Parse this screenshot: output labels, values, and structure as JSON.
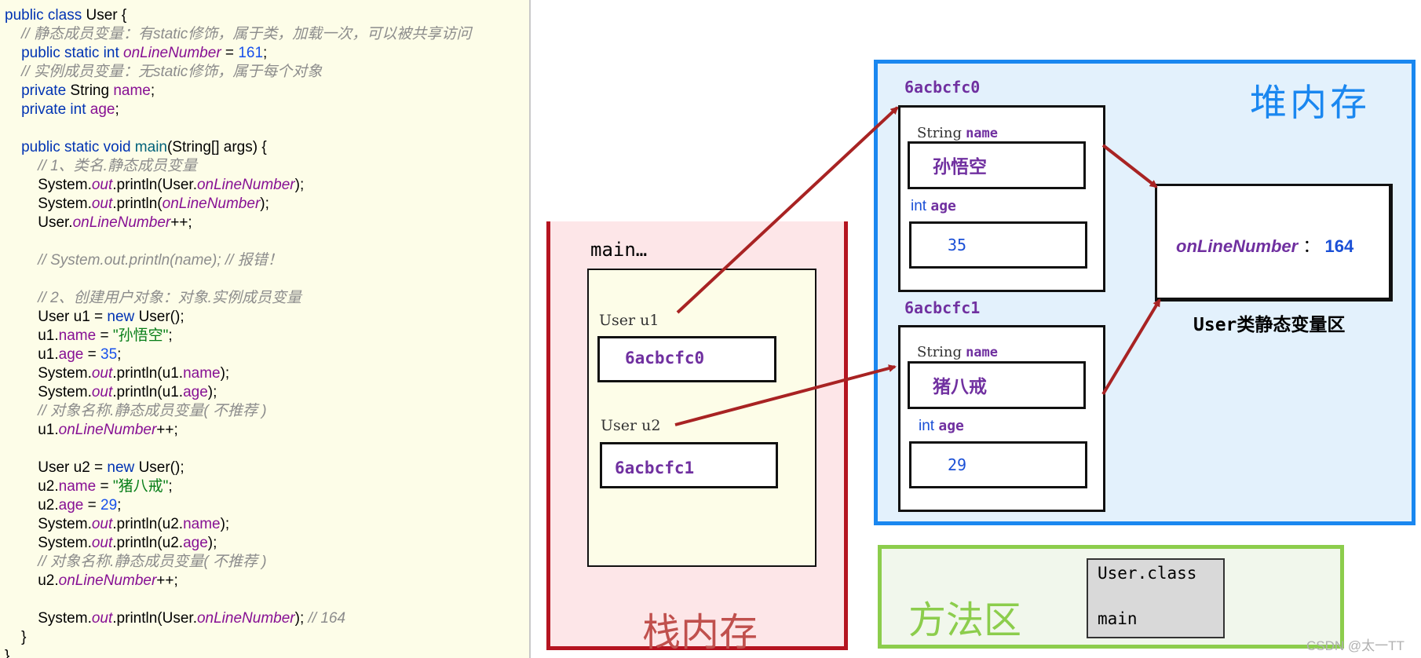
{
  "code_panel": {
    "lines": [
      [
        {
          "t": "public class ",
          "c": "kw"
        },
        {
          "t": "User {",
          "c": "plain"
        }
      ],
      [
        {
          "t": "    // 静态成员变量：有static修饰，属于类，加载一次，可以被共享访问",
          "c": "comment"
        }
      ],
      [
        {
          "t": "    public static int ",
          "c": "kw"
        },
        {
          "t": "onLineNumber",
          "c": "static"
        },
        {
          "t": " = ",
          "c": "plain"
        },
        {
          "t": "161",
          "c": "num"
        },
        {
          "t": ";",
          "c": "plain"
        }
      ],
      [
        {
          "t": "    // 实例成员变量：无static修饰，属于每个对象",
          "c": "comment"
        }
      ],
      [
        {
          "t": "    private ",
          "c": "kw"
        },
        {
          "t": "String ",
          "c": "plain"
        },
        {
          "t": "name",
          "c": "field"
        },
        {
          "t": ";",
          "c": "plain"
        }
      ],
      [
        {
          "t": "    private int ",
          "c": "kw"
        },
        {
          "t": "age",
          "c": "field"
        },
        {
          "t": ";",
          "c": "plain"
        }
      ],
      [],
      [
        {
          "t": "    public static void ",
          "c": "kw"
        },
        {
          "t": "main",
          "c": "method"
        },
        {
          "t": "(String[] args) {",
          "c": "plain"
        }
      ],
      [
        {
          "t": "        // 1、类名.静态成员变量",
          "c": "comment"
        }
      ],
      [
        {
          "t": "        System.",
          "c": "plain"
        },
        {
          "t": "out",
          "c": "out"
        },
        {
          "t": ".println(User.",
          "c": "plain"
        },
        {
          "t": "onLineNumber",
          "c": "static"
        },
        {
          "t": ");",
          "c": "plain"
        }
      ],
      [
        {
          "t": "        System.",
          "c": "plain"
        },
        {
          "t": "out",
          "c": "out"
        },
        {
          "t": ".println(",
          "c": "plain"
        },
        {
          "t": "onLineNumber",
          "c": "static"
        },
        {
          "t": ");",
          "c": "plain"
        }
      ],
      [
        {
          "t": "        User.",
          "c": "plain"
        },
        {
          "t": "onLineNumber",
          "c": "static"
        },
        {
          "t": "++;",
          "c": "plain"
        }
      ],
      [],
      [
        {
          "t": "        // System.out.println(name); // 报错！",
          "c": "comment"
        }
      ],
      [],
      [
        {
          "t": "        // 2、创建用户对象：对象.实例成员变量",
          "c": "comment"
        }
      ],
      [
        {
          "t": "        User u1 = ",
          "c": "plain"
        },
        {
          "t": "new ",
          "c": "kw"
        },
        {
          "t": "User();",
          "c": "plain"
        }
      ],
      [
        {
          "t": "        u1.",
          "c": "plain"
        },
        {
          "t": "name",
          "c": "field"
        },
        {
          "t": " = ",
          "c": "plain"
        },
        {
          "t": "\"孙悟空\"",
          "c": "str"
        },
        {
          "t": ";",
          "c": "plain"
        }
      ],
      [
        {
          "t": "        u1.",
          "c": "plain"
        },
        {
          "t": "age",
          "c": "field"
        },
        {
          "t": " = ",
          "c": "plain"
        },
        {
          "t": "35",
          "c": "num"
        },
        {
          "t": ";",
          "c": "plain"
        }
      ],
      [
        {
          "t": "        System.",
          "c": "plain"
        },
        {
          "t": "out",
          "c": "out"
        },
        {
          "t": ".println(u1.",
          "c": "plain"
        },
        {
          "t": "name",
          "c": "field"
        },
        {
          "t": ");",
          "c": "plain"
        }
      ],
      [
        {
          "t": "        System.",
          "c": "plain"
        },
        {
          "t": "out",
          "c": "out"
        },
        {
          "t": ".println(u1.",
          "c": "plain"
        },
        {
          "t": "age",
          "c": "field"
        },
        {
          "t": ");",
          "c": "plain"
        }
      ],
      [
        {
          "t": "        // 对象名称.静态成员变量( 不推荐 )",
          "c": "comment"
        }
      ],
      [
        {
          "t": "        u1.",
          "c": "plain"
        },
        {
          "t": "onLineNumber",
          "c": "static"
        },
        {
          "t": "++;",
          "c": "plain"
        }
      ],
      [],
      [
        {
          "t": "        User u2 = ",
          "c": "plain"
        },
        {
          "t": "new ",
          "c": "kw"
        },
        {
          "t": "User();",
          "c": "plain"
        }
      ],
      [
        {
          "t": "        u2.",
          "c": "plain"
        },
        {
          "t": "name",
          "c": "field"
        },
        {
          "t": " = ",
          "c": "plain"
        },
        {
          "t": "\"猪八戒\"",
          "c": "str"
        },
        {
          "t": ";",
          "c": "plain"
        }
      ],
      [
        {
          "t": "        u2.",
          "c": "plain"
        },
        {
          "t": "age",
          "c": "field"
        },
        {
          "t": " = ",
          "c": "plain"
        },
        {
          "t": "29",
          "c": "num"
        },
        {
          "t": ";",
          "c": "plain"
        }
      ],
      [
        {
          "t": "        System.",
          "c": "plain"
        },
        {
          "t": "out",
          "c": "out"
        },
        {
          "t": ".println(u2.",
          "c": "plain"
        },
        {
          "t": "name",
          "c": "field"
        },
        {
          "t": ");",
          "c": "plain"
        }
      ],
      [
        {
          "t": "        System.",
          "c": "plain"
        },
        {
          "t": "out",
          "c": "out"
        },
        {
          "t": ".println(u2.",
          "c": "plain"
        },
        {
          "t": "age",
          "c": "field"
        },
        {
          "t": ");",
          "c": "plain"
        }
      ],
      [
        {
          "t": "        // 对象名称.静态成员变量( 不推荐 )",
          "c": "comment"
        }
      ],
      [
        {
          "t": "        u2.",
          "c": "plain"
        },
        {
          "t": "onLineNumber",
          "c": "static"
        },
        {
          "t": "++;",
          "c": "plain"
        }
      ],
      [],
      [
        {
          "t": "        System.",
          "c": "plain"
        },
        {
          "t": "out",
          "c": "out"
        },
        {
          "t": ".println(User.",
          "c": "plain"
        },
        {
          "t": "onLineNumber",
          "c": "static"
        },
        {
          "t": "); ",
          "c": "plain"
        },
        {
          "t": "// 164",
          "c": "comment"
        }
      ],
      [
        {
          "t": "    }",
          "c": "plain"
        }
      ],
      [
        {
          "t": "}",
          "c": "plain"
        }
      ]
    ]
  },
  "stack": {
    "title": "栈内存",
    "frame_label": "main…",
    "var_u1_label": "User  u1",
    "var_u1_value": "6acbcfc0",
    "var_u2_label": "User u2",
    "var_u2_value": "6acbcfc1"
  },
  "heap": {
    "title": "堆内存",
    "objects": [
      {
        "address": "6acbcfc0",
        "name_type": "String",
        "name_label": "name",
        "name_value": "孙悟空",
        "age_type": "int",
        "age_label": "age",
        "age_value": "35"
      },
      {
        "address": "6acbcfc1",
        "name_type": "String",
        "name_label": "name",
        "name_value": "猪八戒",
        "age_type": "int",
        "age_label": "age",
        "age_value": "29"
      }
    ],
    "static_area": {
      "field": "onLineNumber",
      "separator": "：",
      "value": "164",
      "caption": "User类静态变量区"
    }
  },
  "method_area": {
    "title": "方法区",
    "class_name": "User.class",
    "method": "main"
  },
  "watermark": "CSDN @太一TT",
  "colors": {
    "arrow": "#a82323",
    "stack_border": "#b51420",
    "heap_border": "#1a87f0",
    "method_border": "#8ccd4c",
    "stack_title": "#c0504d",
    "heap_title": "#1a87f0",
    "method_title": "#8ccd4c",
    "address": "#7030a0"
  }
}
